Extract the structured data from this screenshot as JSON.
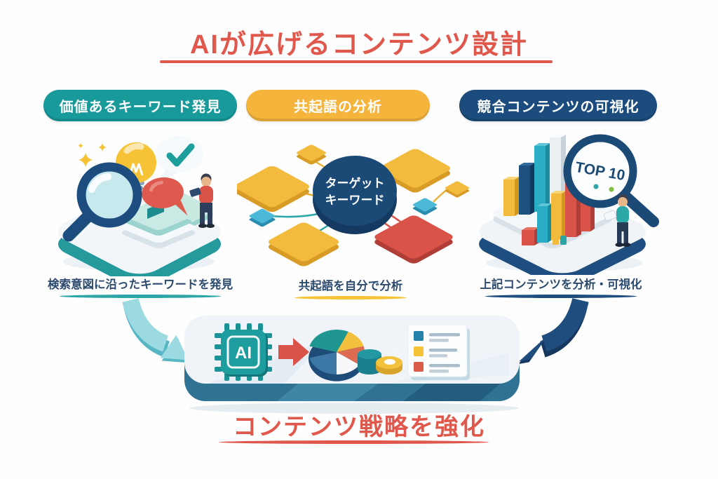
{
  "title": "AIが広げるコンテンツ設計",
  "footer": "コンテンツ戦略を強化",
  "columns": [
    {
      "header": "価値あるキーワード発見",
      "caption": "検索意図に沿ったキーワードを発見"
    },
    {
      "header": "共起語の分析",
      "caption": "共起語を自分で分析",
      "center_node": {
        "line1": "ターゲット",
        "line2": "キーワード"
      }
    },
    {
      "header": "競合コンテンツの可視化",
      "caption": "上記コンテンツを分析・可視化",
      "magnifier_text": "TOP 10"
    }
  ],
  "center_platform": {
    "chip_label": "AI"
  },
  "icons": {
    "left_illustration": [
      "magnifier-icon",
      "lightbulb-icon",
      "sparkles-icon",
      "check-bubble-icon",
      "speech-bubble-icon",
      "books-icon",
      "reading-person-icon"
    ],
    "middle_illustration": [
      "keyword-network-icon",
      "target-keyword-node"
    ],
    "right_illustration": [
      "bar-chart-3d-icon",
      "top10-magnifier-icon",
      "analyst-person-icon"
    ],
    "center_platform": [
      "ai-chip-icon",
      "red-arrow-icon",
      "pie-chart-icon",
      "cylinder-chart-icon",
      "donut-chart-icon",
      "checklist-card-icon"
    ],
    "arrows": [
      "teal-curved-arrow-icon",
      "navy-curved-arrow-icon"
    ]
  },
  "colors": {
    "accent_red": "#E0574C",
    "teal": "#189A9A",
    "yellow": "#F5B43C",
    "navy": "#1B4C7D",
    "caption_text": "#2B4A6D"
  }
}
